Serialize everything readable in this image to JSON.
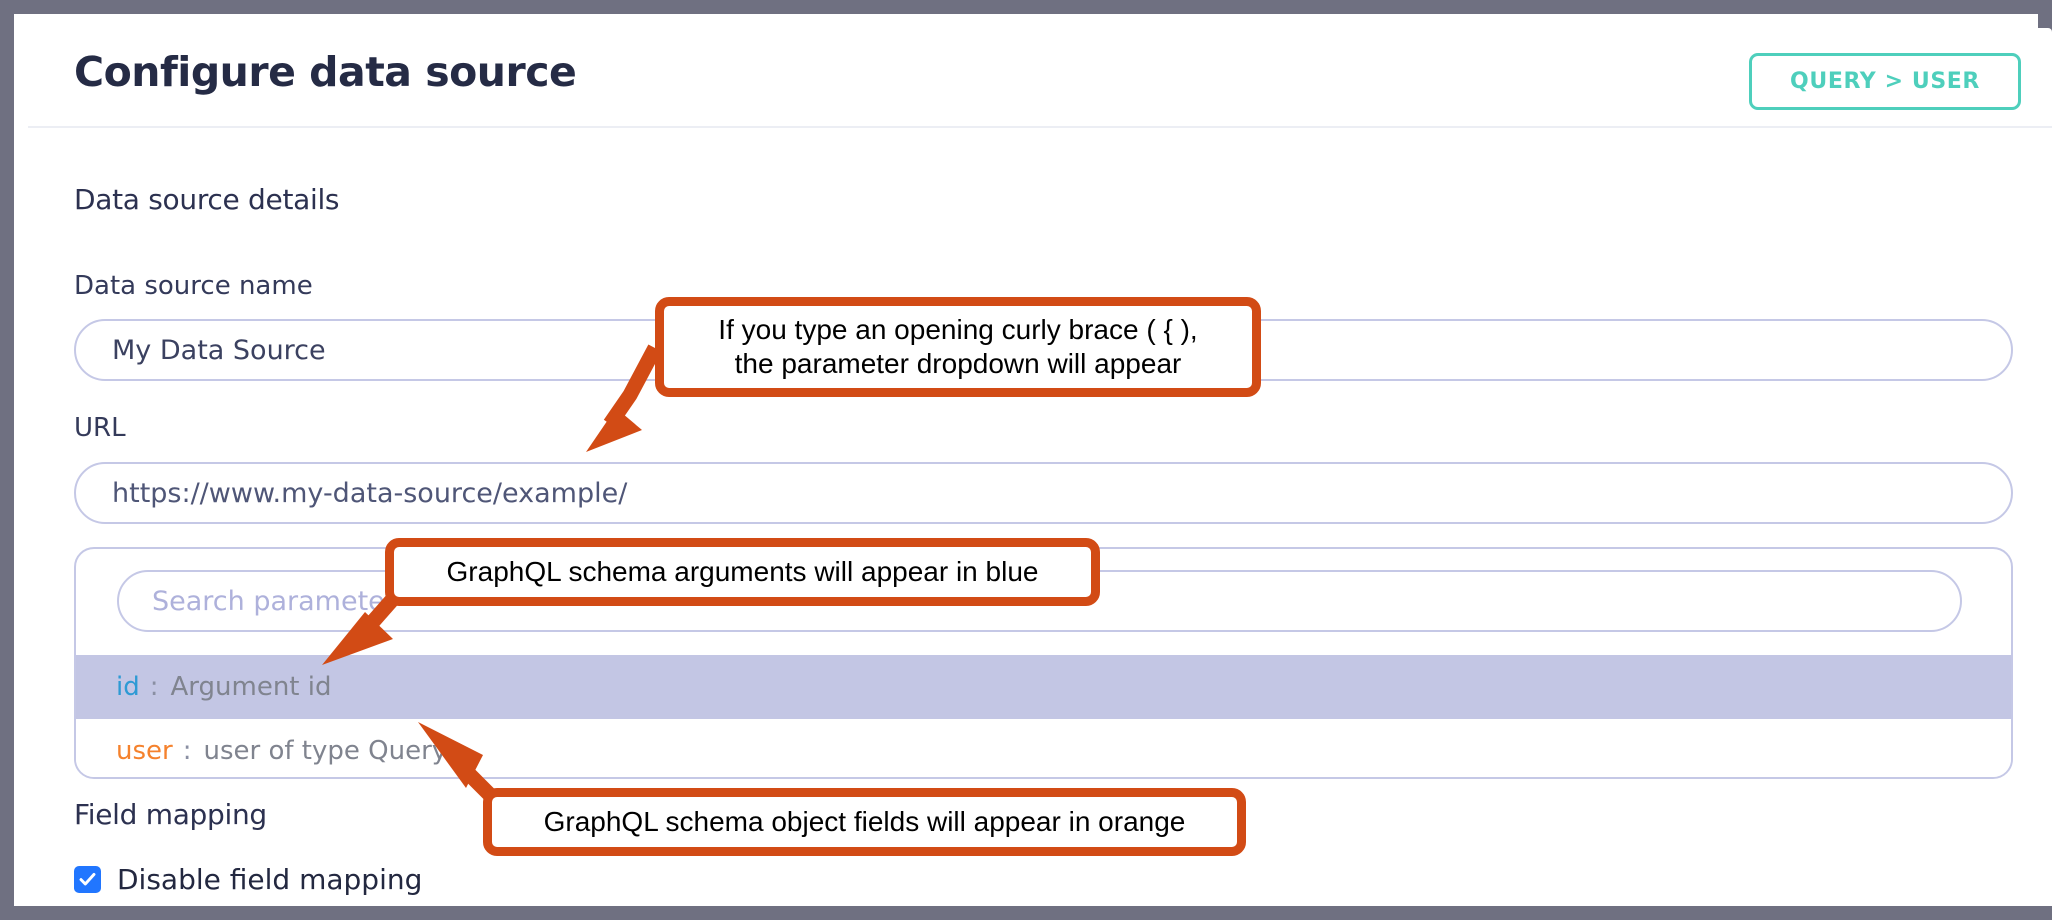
{
  "header": {
    "title": "Configure data source",
    "query_button_label": "QUERY > USER"
  },
  "sections": {
    "data_source_details": "Data source details",
    "field_mapping": "Field mapping"
  },
  "fields": {
    "data_source_name": {
      "label": "Data source name",
      "value": "My Data Source"
    },
    "url": {
      "label": "URL",
      "value": "https://www.my-data-source/example/"
    }
  },
  "parameter_dropdown": {
    "search_placeholder": "Search parameter",
    "options": [
      {
        "key": "id",
        "colon": ":",
        "description": "Argument id",
        "kind": "argument",
        "color": "#2e9ad4",
        "highlighted": true
      },
      {
        "key": "user",
        "colon": ":",
        "description": "user of type Query",
        "kind": "object-field",
        "color": "#f5822d",
        "highlighted": false
      }
    ]
  },
  "field_mapping": {
    "disable_label": "Disable field mapping",
    "disable_checked": true,
    "checkbox_color": "#2176ff"
  },
  "annotations": [
    {
      "id": "curly-brace",
      "line1": "If you type an opening curly brace ( { ),",
      "line2": "the parameter dropdown will appear"
    },
    {
      "id": "arguments-blue",
      "text": "GraphQL schema arguments will appear in blue"
    },
    {
      "id": "object-fields-orange",
      "text": "GraphQL schema object fields will appear in orange"
    }
  ],
  "colors": {
    "frame": "#6f7081",
    "accent_teal": "#4ecfbc",
    "annotation_orange": "#d24b15",
    "input_border": "#c5c8e6",
    "row_highlight": "#c3c6e4",
    "title_navy": "#252b45"
  }
}
